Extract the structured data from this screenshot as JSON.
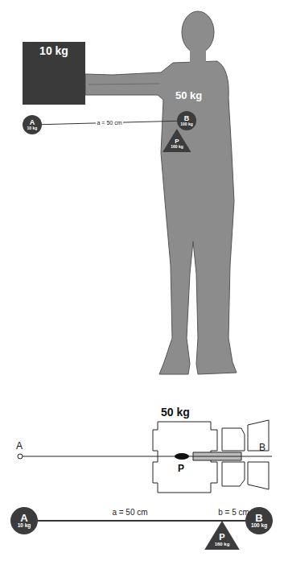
{
  "diagram": {
    "nodes": [
      {
        "text": [
          "10 kg"
        ]
      },
      {
        "text": [
          "A",
          "10 kg"
        ]
      },
      {
        "text": [
          "B",
          "100 kg"
        ]
      },
      {
        "text": [
          "P",
          "160 kg"
        ]
      },
      {
        "text": [
          "A",
          "10 kg"
        ]
      },
      {
        "text": [
          "P",
          "160 kg"
        ]
      },
      {
        "text": [
          "B",
          "100 kg"
        ]
      }
    ],
    "edges": [
      {
        "from": 1,
        "to": 2,
        "arrow": "none",
        "label": "a = 50 cm"
      },
      {
        "from": 4,
        "to": 5,
        "arrow": "none",
        "label": "a = 50 cm"
      },
      {
        "from": 5,
        "to": 6,
        "arrow": "none",
        "label": "b = 5 cm"
      }
    ],
    "labels": [
      "50 kg",
      "50 kg",
      "A",
      "P",
      "B"
    ]
  }
}
